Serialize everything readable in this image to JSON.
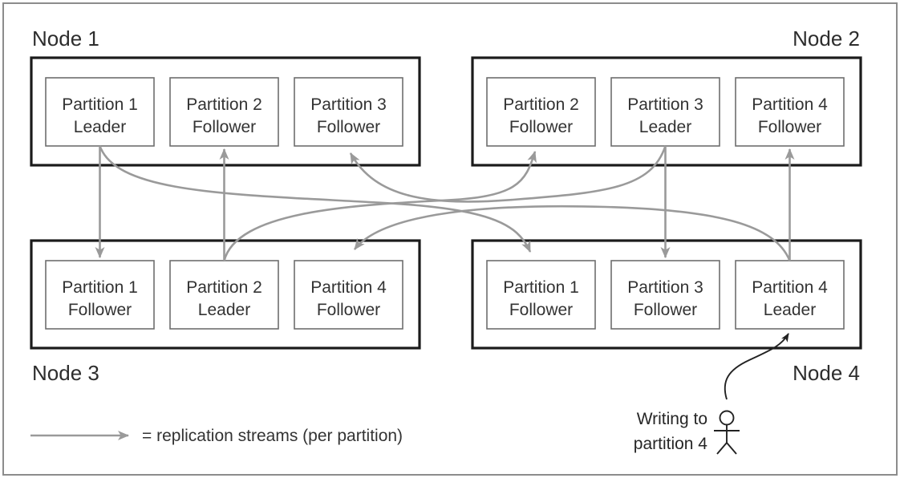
{
  "diagram": {
    "title_implicit": "Partition replication across nodes",
    "nodes": [
      {
        "label": "Node 1",
        "label_position": "top-left",
        "partitions": [
          {
            "name": "Partition 1",
            "role": "Leader"
          },
          {
            "name": "Partition 2",
            "role": "Follower"
          },
          {
            "name": "Partition 3",
            "role": "Follower"
          }
        ]
      },
      {
        "label": "Node 2",
        "label_position": "top-right",
        "partitions": [
          {
            "name": "Partition 2",
            "role": "Follower"
          },
          {
            "name": "Partition 3",
            "role": "Leader"
          },
          {
            "name": "Partition 4",
            "role": "Follower"
          }
        ]
      },
      {
        "label": "Node 3",
        "label_position": "bottom-left",
        "partitions": [
          {
            "name": "Partition 1",
            "role": "Follower"
          },
          {
            "name": "Partition 2",
            "role": "Leader"
          },
          {
            "name": "Partition 4",
            "role": "Follower"
          }
        ]
      },
      {
        "label": "Node 4",
        "label_position": "bottom-right",
        "partitions": [
          {
            "name": "Partition 1",
            "role": "Follower"
          },
          {
            "name": "Partition 3",
            "role": "Follower"
          },
          {
            "name": "Partition 4",
            "role": "Leader"
          }
        ]
      }
    ],
    "replication_streams": [
      {
        "from": "Node 1 / Partition 1 Leader",
        "to": "Node 3 / Partition 1 Follower"
      },
      {
        "from": "Node 1 / Partition 1 Leader",
        "to": "Node 4 / Partition 1 Follower"
      },
      {
        "from": "Node 3 / Partition 2 Leader",
        "to": "Node 1 / Partition 2 Follower"
      },
      {
        "from": "Node 3 / Partition 2 Leader",
        "to": "Node 2 / Partition 2 Follower"
      },
      {
        "from": "Node 2 / Partition 3 Leader",
        "to": "Node 1 / Partition 3 Follower"
      },
      {
        "from": "Node 2 / Partition 3 Leader",
        "to": "Node 4 / Partition 3 Follower"
      },
      {
        "from": "Node 4 / Partition 4 Leader",
        "to": "Node 2 / Partition 4 Follower"
      },
      {
        "from": "Node 4 / Partition 4 Leader",
        "to": "Node 3 / Partition 4 Follower"
      }
    ],
    "legend": {
      "label": "= replication streams (per partition)"
    },
    "annotation": {
      "line1": "Writing to",
      "line2": "partition 4",
      "target": "Node 4 / Partition 4 Leader"
    },
    "colors": {
      "stream_arrow": "#9a9a9a",
      "node_border": "#1b1b1b",
      "partition_border": "#6e6e6e",
      "text": "#2d2d2d",
      "writer_arrow": "#222222",
      "outer_frame": "#8c8c8c",
      "background": "#ffffff"
    }
  }
}
